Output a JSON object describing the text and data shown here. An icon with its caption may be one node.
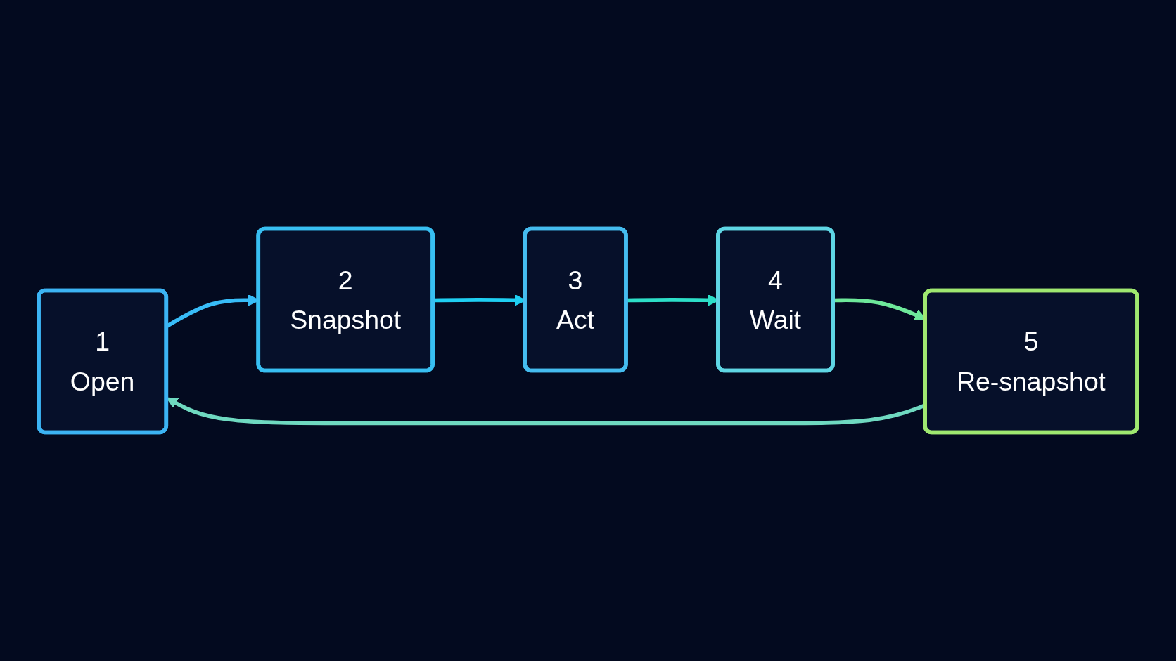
{
  "diagram": {
    "nodes": [
      {
        "text": [
          "1",
          "Open"
        ]
      },
      {
        "text": [
          "2",
          "Snapshot"
        ]
      },
      {
        "text": [
          "3",
          "Act"
        ]
      },
      {
        "text": [
          "4",
          "Wait"
        ]
      },
      {
        "text": [
          "5",
          "Re-snapshot"
        ]
      }
    ],
    "edges": [
      {
        "from": 0,
        "to": 1,
        "arrow": "to",
        "color": "#38bdf8"
      },
      {
        "from": 1,
        "to": 2,
        "arrow": "to",
        "color": "#1fcff2"
      },
      {
        "from": 2,
        "to": 3,
        "arrow": "to",
        "color": "#2ddfc8"
      },
      {
        "from": 3,
        "to": 4,
        "arrow": "to",
        "color": "#6ee89a"
      },
      {
        "from": 4,
        "to": 0,
        "arrow": "to",
        "color": "#6fd9c0"
      }
    ]
  }
}
